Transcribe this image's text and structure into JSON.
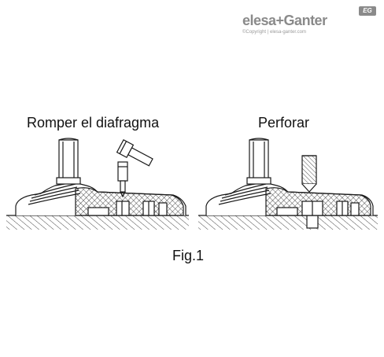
{
  "logo": {
    "brand": "elesa+Ganter",
    "badge": "EG",
    "copyright": "©Copyright | elesa-ganter.com"
  },
  "figures": [
    {
      "caption": "Romper el diafragma"
    },
    {
      "caption": "Perforar"
    }
  ],
  "figure_label": "Fig.1",
  "colors": {
    "line": "#1a1a1a",
    "hatch": "#333333",
    "logo_gray": "#8a8a8a"
  }
}
